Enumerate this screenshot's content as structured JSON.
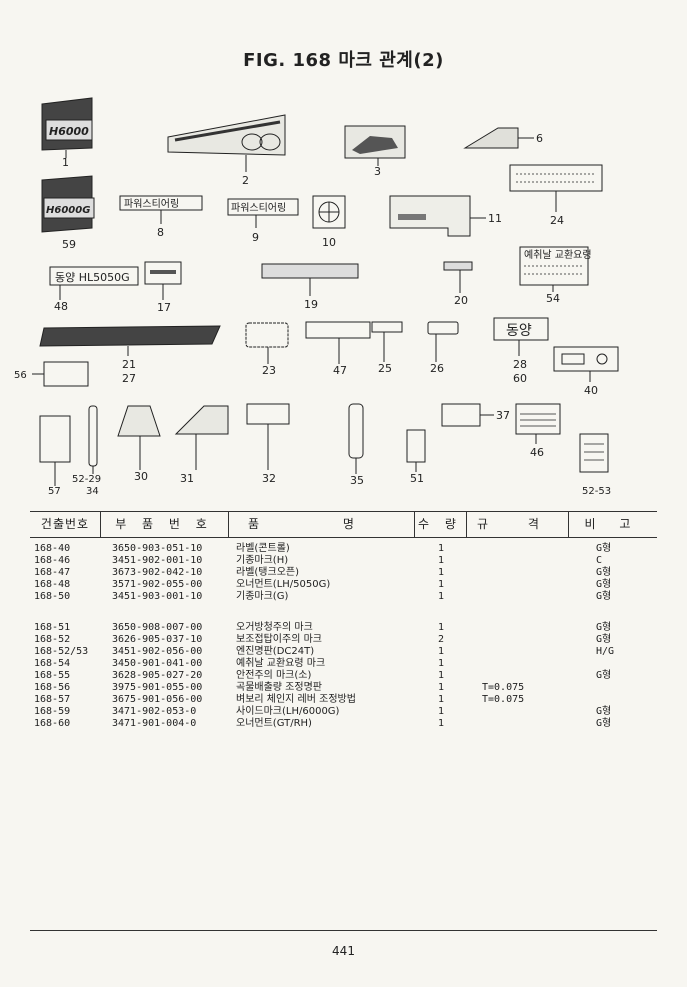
{
  "title": "FIG. 168 마크 관계(2)",
  "page_number": "441",
  "figure_text": {
    "h6000": "H6000",
    "h6000g": "H6000G",
    "dongyang_hl": "동양 HL5050G",
    "power_steering_1": "파워스티어링",
    "power_steering_2": "파워스티어링",
    "coolant_label": "예취날 교환요령",
    "dongyang": "동양"
  },
  "callouts": [
    "1",
    "2",
    "3",
    "6",
    "59",
    "8",
    "9",
    "10",
    "11",
    "24",
    "48",
    "17",
    "19",
    "20",
    "54",
    "56",
    "21",
    "27",
    "23",
    "47",
    "25",
    "26",
    "28",
    "60",
    "40",
    "57",
    "52-29",
    "34",
    "30",
    "31",
    "32",
    "35",
    "51",
    "37",
    "46",
    "52-53"
  ],
  "table": {
    "headers": [
      "건출번호",
      "부 품 번 호",
      "품 명",
      "수 량",
      "규 격",
      "비 고"
    ],
    "group1": [
      {
        "no": "168-40",
        "part": "3650-903-051-10",
        "name": "라벨(콘트롤)",
        "qty": "1",
        "spec": "",
        "note": "G형"
      },
      {
        "no": "168-46",
        "part": "3451-902-001-10",
        "name": "기종마크(H)",
        "qty": "1",
        "spec": "",
        "note": "C"
      },
      {
        "no": "168-47",
        "part": "3673-902-042-10",
        "name": "라벨(탱크오픈)",
        "qty": "1",
        "spec": "",
        "note": "G형"
      },
      {
        "no": "168-48",
        "part": "3571-902-055-00",
        "name": "오너먼트(LH/5050G)",
        "qty": "1",
        "spec": "",
        "note": "G형"
      },
      {
        "no": "168-50",
        "part": "3451-903-001-10",
        "name": "기종마크(G)",
        "qty": "1",
        "spec": "",
        "note": "G형"
      }
    ],
    "group2": [
      {
        "no": "168-51",
        "part": "3650-908-007-00",
        "name": "오거방청주의 마크",
        "qty": "1",
        "spec": "",
        "note": "G형"
      },
      {
        "no": "168-52",
        "part": "3626-905-037-10",
        "name": "보조접탑이주의 마크",
        "qty": "2",
        "spec": "",
        "note": "G형"
      },
      {
        "no": "168-52/53",
        "part": "3451-902-056-00",
        "name": "엔진명판(DC24T)",
        "qty": "1",
        "spec": "",
        "note": "H/G"
      },
      {
        "no": "168-54",
        "part": "3450-901-041-00",
        "name": "예취날 교환요령 마크",
        "qty": "1",
        "spec": "",
        "note": ""
      },
      {
        "no": "168-55",
        "part": "3628-905-027-20",
        "name": "안전주의 마크(소)",
        "qty": "1",
        "spec": "",
        "note": "G형"
      },
      {
        "no": "168-56",
        "part": "3975-901-055-00",
        "name": "곡물배출량 조정명판",
        "qty": "1",
        "spec": "T=0.075",
        "note": ""
      },
      {
        "no": "168-57",
        "part": "3675-901-056-00",
        "name": "벼보리 체인지 레버 조정방법",
        "qty": "1",
        "spec": "T=0.075",
        "note": ""
      },
      {
        "no": "168-59",
        "part": "3471-902-053-0",
        "name": "사이드마크(LH/6000G)",
        "qty": "1",
        "spec": "",
        "note": "G형"
      },
      {
        "no": "168-60",
        "part": "3471-901-004-0",
        "name": "오너먼트(GT/RH)",
        "qty": "1",
        "spec": "",
        "note": "G형"
      }
    ]
  }
}
